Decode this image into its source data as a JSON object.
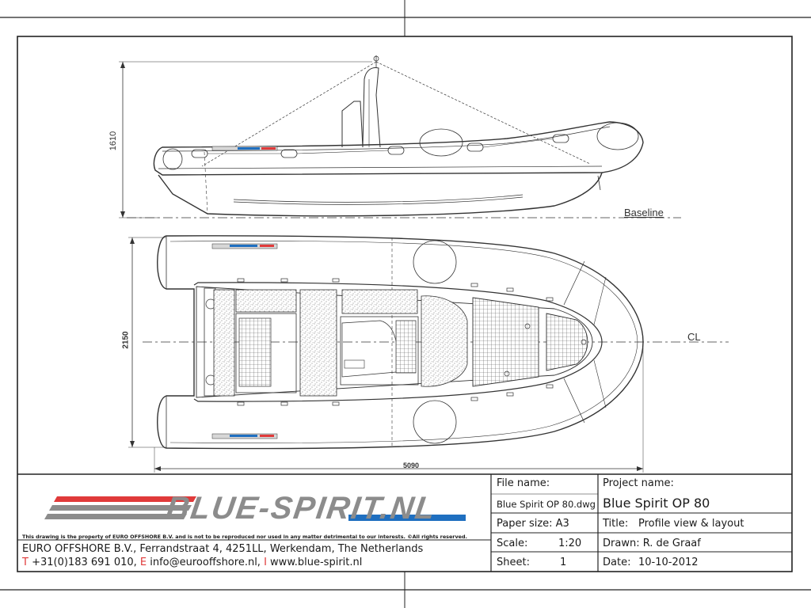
{
  "logo": {
    "text": "BLUE-SPIRIT.NL",
    "red": "#e03a3a",
    "grey": "#8c8c8c",
    "blue": "#1f6fc0"
  },
  "notice": "This drawing is the property of EURO OFFSHORE B.V. and is not to be reproduced nor used in any matter detrimental to our interests. ©All rights reserved.",
  "company": {
    "address": "EURO OFFSHORE B.V., Ferrandstraat 4, 4251LL, Werkendam, The Netherlands",
    "contact_t": "T",
    "contact_phone": " +31(0)183 691 010, ",
    "contact_e": "E",
    "contact_email": " info@eurooffshore.nl, ",
    "contact_i": "I",
    "contact_web": " www.blue-spirit.nl"
  },
  "title_block": {
    "file_name_label": "File name:",
    "file_name_value": "Blue Spirit OP 80.dwg",
    "paper_size": "Paper size: A3",
    "scale_label": "Scale:",
    "scale_value": "1:20",
    "sheet_label": "Sheet:",
    "sheet_value": "1",
    "project_name_label": "Project name:",
    "project_name_value": "Blue Spirit OP 80",
    "title_label": "Title:",
    "title_value": "Profile view & layout",
    "drawn": "Drawn: R. de Graaf",
    "date_label": "Date:",
    "date_value": "10-10-2012"
  },
  "drawing": {
    "height_dim": "1610",
    "width_dim": "2150",
    "length_dim": "5090",
    "baseline_label": "Baseline",
    "cl_label": "CL"
  },
  "colors": {
    "line": "#333333",
    "frame": "#222222",
    "accent_blue": "#1f6fc0",
    "accent_red": "#e03a3a"
  }
}
